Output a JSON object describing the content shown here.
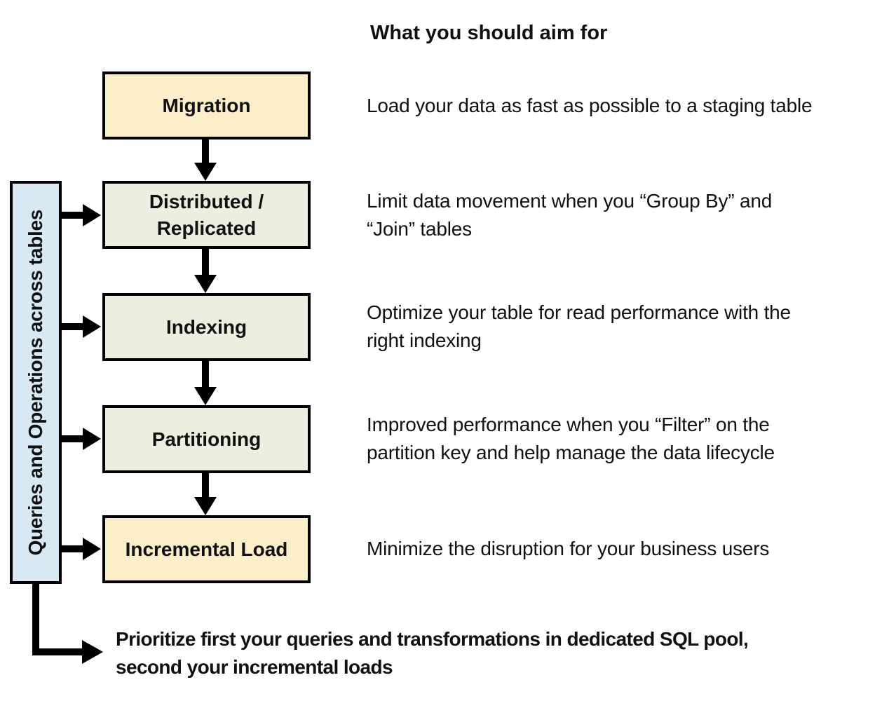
{
  "sidebar": {
    "label": "Queries and Operations across tables",
    "fill": "#D9E9F4"
  },
  "flow": {
    "boxes": [
      {
        "id": "migration",
        "lines": [
          "Migration"
        ],
        "fill": "#FBEFC9"
      },
      {
        "id": "distributed-replicated",
        "lines": [
          "Distributed /",
          "Replicated"
        ],
        "fill": "#EAEFDF"
      },
      {
        "id": "indexing",
        "lines": [
          "Indexing"
        ],
        "fill": "#EAEFDF"
      },
      {
        "id": "partitioning",
        "lines": [
          "Partitioning"
        ],
        "fill": "#EAEFDF"
      },
      {
        "id": "incremental-load",
        "lines": [
          "Incremental Load"
        ],
        "fill": "#FBEFC9"
      }
    ]
  },
  "aim": {
    "heading": "What you should aim for",
    "items": [
      {
        "lines": [
          "Load your data as fast as possible to a staging table"
        ]
      },
      {
        "lines": [
          "Limit data movement when you “Group By” and",
          "“Join” tables"
        ]
      },
      {
        "lines": [
          "Optimize your table for read performance with the",
          "right indexing"
        ]
      },
      {
        "lines": [
          "Improved performance when you “Filter” on the",
          "partition key and help manage the data lifecycle"
        ]
      },
      {
        "lines": [
          "Minimize the disruption for your business users"
        ]
      }
    ]
  },
  "footer": {
    "lines": [
      "Prioritize first your queries and transformations in dedicated SQL pool,",
      "second your incremental loads"
    ]
  },
  "colors": {
    "box_border": "#000000",
    "arrow": "#000000",
    "text": "#111111",
    "cream_fill": "#FBEFC9",
    "green_fill": "#EAEFDF",
    "blue_fill": "#D9E9F4"
  }
}
